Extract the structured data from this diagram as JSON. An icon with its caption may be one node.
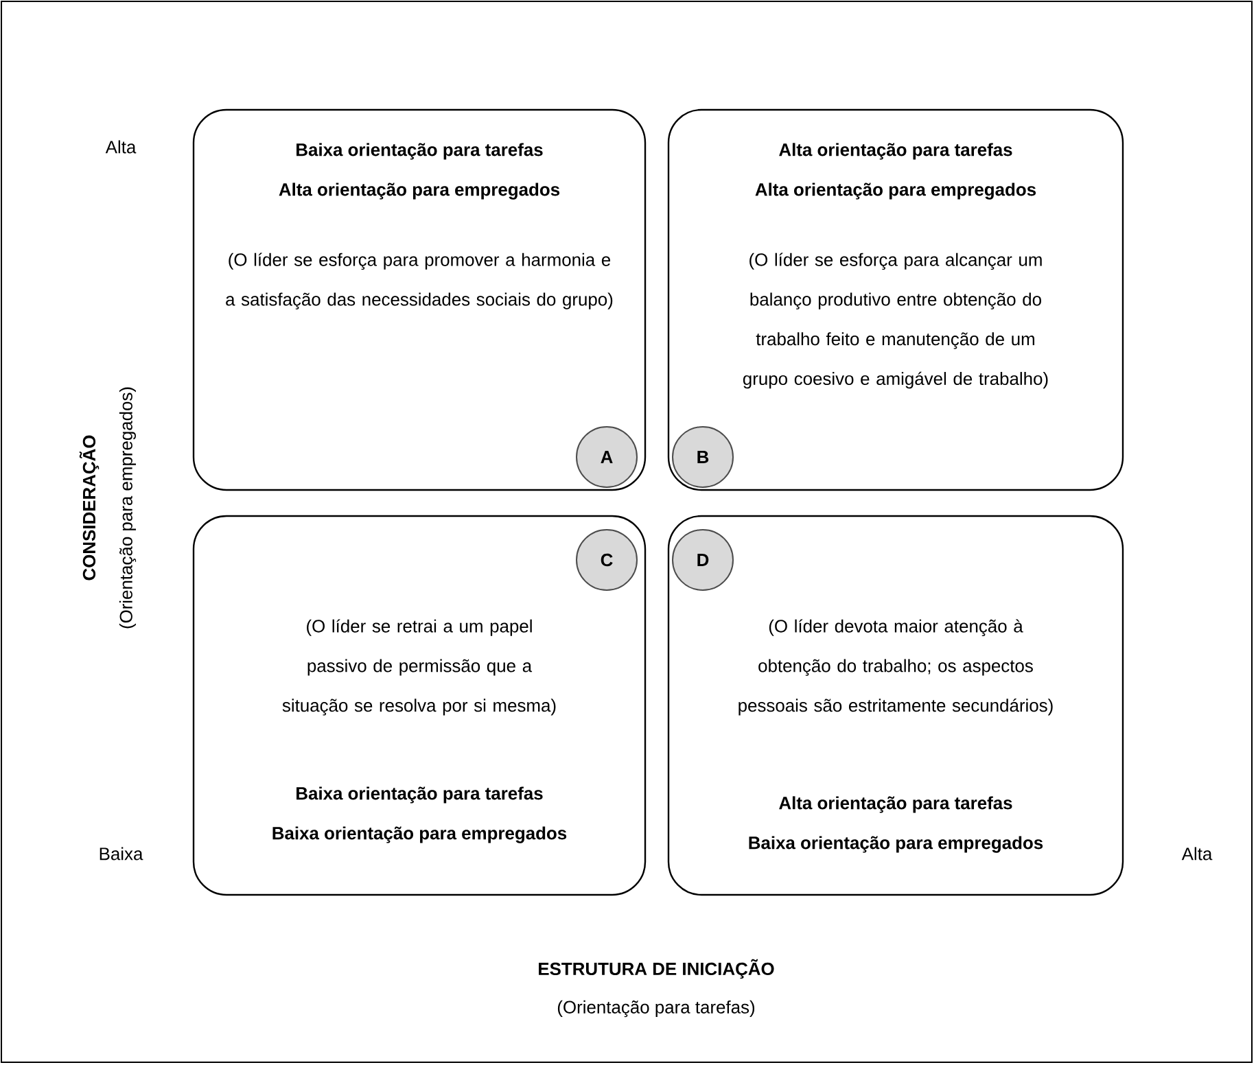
{
  "diagram": {
    "nodes": [
      {
        "text": [
          "Baixa orientação para tarefas",
          "Alta orientação para empregados",
          "(O líder se esforça para promover a harmonia e a satisfação das necessidades sociais do grupo)"
        ]
      },
      {
        "text": [
          "A"
        ],
        "in": 0
      },
      {
        "text": [
          "Alta orientação para tarefas",
          "Alta orientação para empregados",
          "(O líder se esforça para alcançar um balanço produtivo entre obtenção do trabalho feito e manutenção de um grupo coesivo e amigável de trabalho)"
        ]
      },
      {
        "text": [
          "B"
        ],
        "in": 2
      },
      {
        "text": [
          "(O líder se retrai a um papel passivo de permissão que a situação se resolva por si mesma)",
          "Baixa orientação para tarefas",
          "Baixa orientação para empregados"
        ]
      },
      {
        "text": [
          "C"
        ],
        "in": 4
      },
      {
        "text": [
          "(O líder devota maior atenção à obtenção do trabalho; os aspectos pessoais são estritamente secundários)",
          "Alta orientação para tarefas",
          "Baixa orientação para empregados"
        ]
      },
      {
        "text": [
          "D"
        ],
        "in": 6
      }
    ],
    "edges": [],
    "labels": [
      "Alta",
      "CONSIDERAÇÃO",
      "(Orientação para empregados)",
      "Baixa",
      "Alta",
      "ESTRUTURA DE INICIAÇÃO",
      "(Orientação para tarefas)"
    ]
  }
}
